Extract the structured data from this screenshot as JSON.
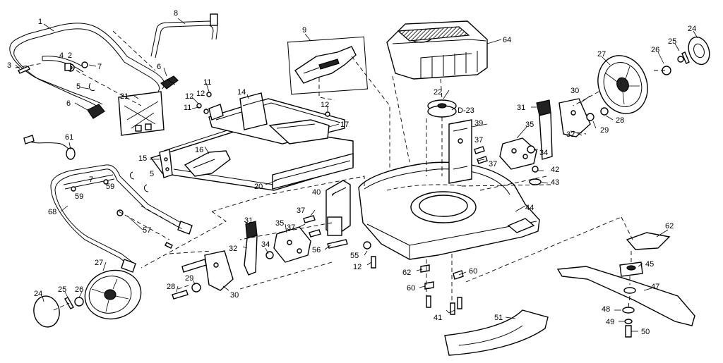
{
  "labels": {
    "p1": "1",
    "p2": "2",
    "p3": "3",
    "p4": "4",
    "p5a": "5",
    "p5b": "5",
    "p6a": "6",
    "p6b": "6",
    "p7a": "7",
    "p7b": "7",
    "p8": "8",
    "p9": "9",
    "p11a": "11",
    "p11b": "11",
    "p12a": "12",
    "p12b": "12",
    "p12c": "12",
    "p12d": "12",
    "p14": "14",
    "p15": "15",
    "p16": "16",
    "p17": "17",
    "p20": "20",
    "p21": "21",
    "p22": "22",
    "p23": "D-23",
    "p24a": "24",
    "p24b": "24",
    "p25a": "25",
    "p25b": "25",
    "p26a": "26",
    "p26b": "26",
    "p27a": "27",
    "p27b": "27",
    "p28a": "28",
    "p28b": "28",
    "p29a": "29",
    "p29b": "29",
    "p30a": "30",
    "p30b": "30",
    "p31a": "31",
    "p31b": "31",
    "p32a": "32",
    "p32b": "32",
    "p34a": "34",
    "p34b": "34",
    "p35a": "35",
    "p35b": "35",
    "p37a": "37",
    "p37b": "37",
    "p37c": "37",
    "p37d": "37",
    "p39": "39",
    "p40": "40",
    "p41": "41",
    "p42": "42",
    "p43": "43",
    "p44": "44",
    "p45": "45",
    "p47": "47",
    "p48": "48",
    "p49": "49",
    "p50": "50",
    "p51": "51",
    "p55": "55",
    "p56": "56",
    "p57": "57",
    "p59a": "59",
    "p59b": "59",
    "p60a": "60",
    "p60b": "60",
    "p61": "61",
    "p62a": "62",
    "p62b": "62",
    "p64": "64",
    "p68": "68"
  }
}
